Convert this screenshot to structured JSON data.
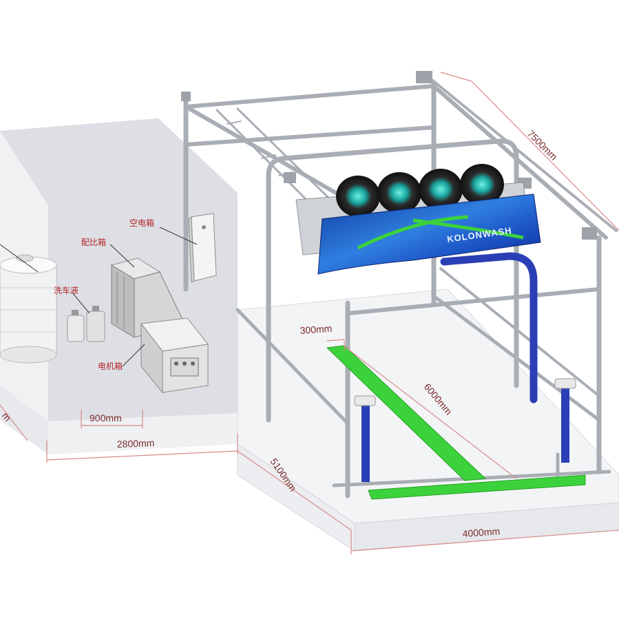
{
  "labels": {
    "air_box": "空电箱",
    "mix_box": "配比箱",
    "wash_liquid": "洗车液",
    "motor_box": "电机箱"
  },
  "dimensions": {
    "d900": "900mm",
    "d2800": "2800mm",
    "d5100": "5100mm",
    "d4000": "4000mm",
    "d6000": "6000mm",
    "d300": "300mm",
    "d7500": "7500mm",
    "dleft": "m"
  },
  "brand": {
    "text": "KOLONWASH"
  },
  "colors": {
    "frame": "#b9bec4",
    "green_rail": "#3cd23c",
    "blue_post": "#2a3fb5",
    "dim_line": "#d98a8a",
    "room": "#c9ccd3"
  }
}
